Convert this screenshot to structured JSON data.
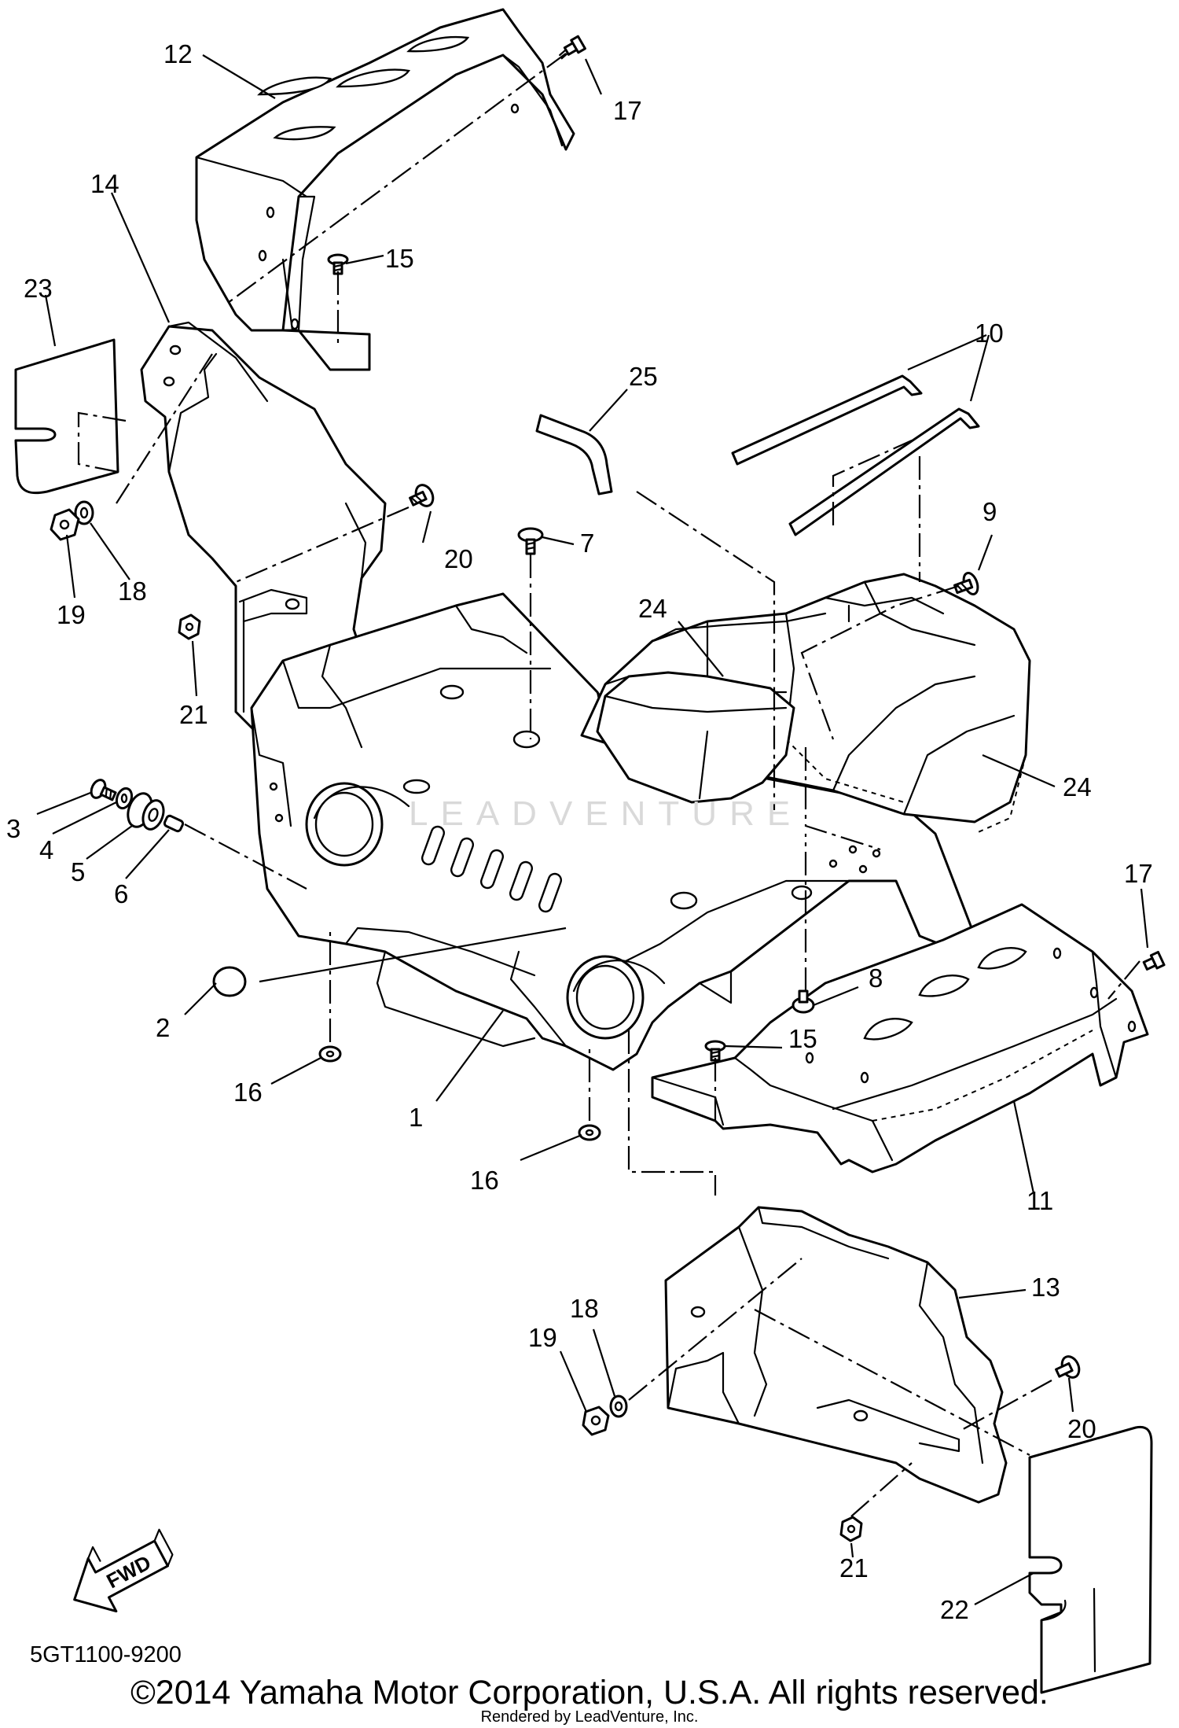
{
  "callouts": {
    "c1": "1",
    "c2": "2",
    "c3": "3",
    "c4": "4",
    "c5": "5",
    "c6": "6",
    "c7": "7",
    "c8": "8",
    "c9": "9",
    "c10": "10",
    "c11": "11",
    "c12": "12",
    "c13": "13",
    "c14": "14",
    "c15a": "15",
    "c15b": "15",
    "c16a": "16",
    "c16b": "16",
    "c17a": "17",
    "c17b": "17",
    "c18a": "18",
    "c18b": "18",
    "c19a": "19",
    "c19b": "19",
    "c20a": "20",
    "c20b": "20",
    "c21a": "21",
    "c21b": "21",
    "c22": "22",
    "c23": "23",
    "c24a": "24",
    "c24b": "24",
    "c25": "25"
  },
  "fwd_label": "FWD",
  "watermark": "LEADVENTURE",
  "catalog_number": "5GT1100-9200",
  "copyright": "©2014 Yamaha Motor Corporation, U.S.A. All rights reserved.",
  "rendered_by": "Rendered by LeadVenture, Inc."
}
